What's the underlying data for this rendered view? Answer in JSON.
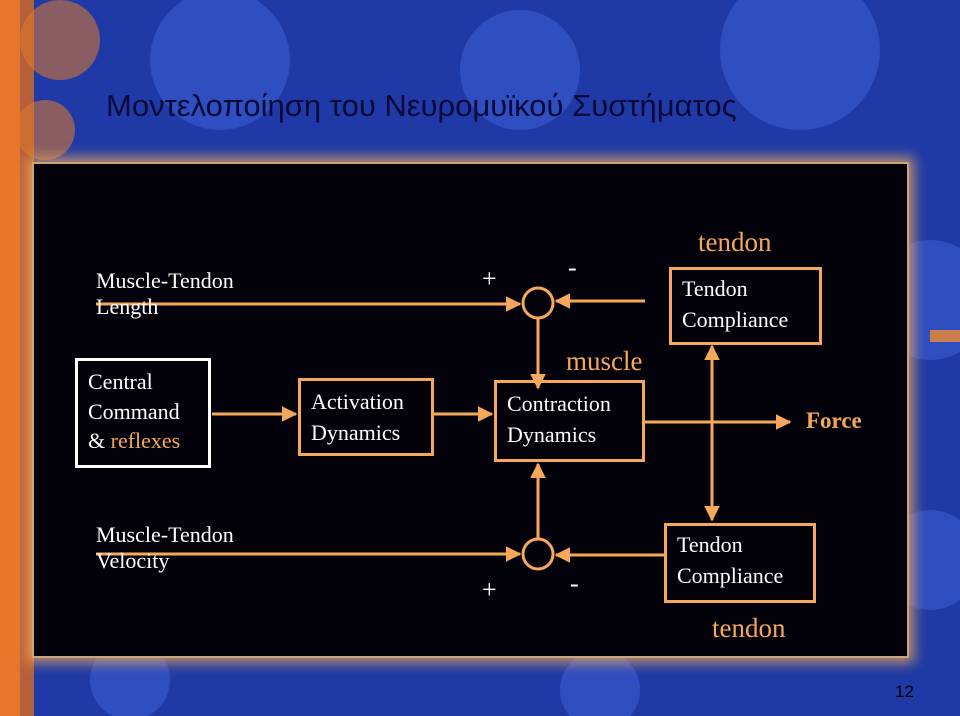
{
  "slide": {
    "title": "Μοντελοποίηση του Νευρομυϊκού Συστήματος",
    "page_number": "12"
  },
  "diagram": {
    "length_input": {
      "line1": "Muscle-Tendon",
      "line2": "Length"
    },
    "velocity_input": {
      "line1": "Muscle-Tendon",
      "line2": "Velocity"
    },
    "central_command": {
      "line1": "Central",
      "line2": "Command",
      "line3_prefix": "& ",
      "line3_emph": "reflexes"
    },
    "activation": {
      "line1": "Activation",
      "line2": "Dynamics"
    },
    "contraction": {
      "line1": "Contraction",
      "line2": "Dynamics"
    },
    "muscle_label": "muscle",
    "tendon_top": {
      "label": "tendon",
      "line1": "Tendon",
      "line2": "Compliance"
    },
    "tendon_bottom": {
      "label": "tendon",
      "line1": "Tendon",
      "line2": "Compliance"
    },
    "force_label": "Force",
    "sum_top": {
      "plus": "+",
      "minus": "-"
    },
    "sum_bottom": {
      "plus": "+",
      "minus": "-"
    },
    "colors": {
      "accent": "#f6a85a",
      "panel": "#03020a",
      "text": "#ffffff"
    }
  }
}
